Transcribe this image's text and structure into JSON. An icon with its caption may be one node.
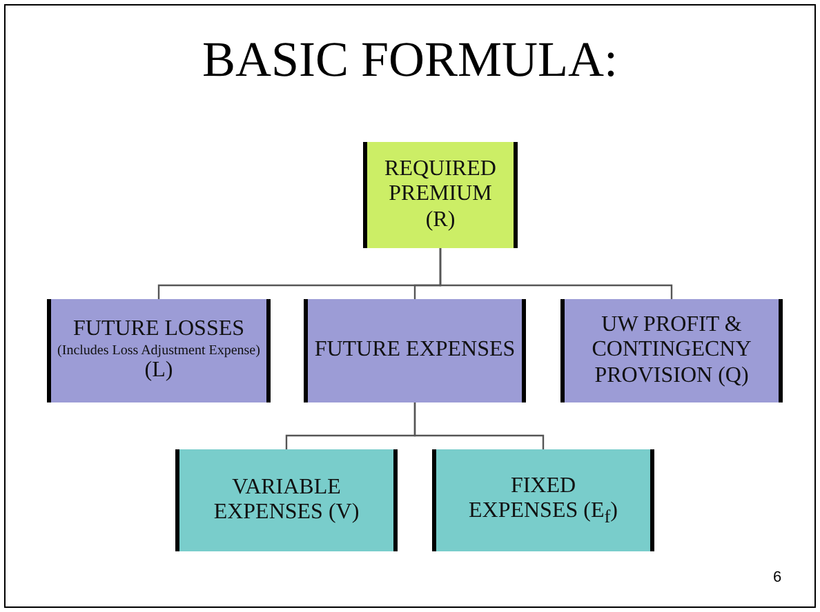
{
  "diagram": {
    "title": "BASIC FORMULA:",
    "nodes": [
      {
        "text": [
          "REQUIRED PREMIUM (R)"
        ]
      },
      {
        "text": [
          "FUTURE LOSSES",
          "(Includes Loss Adjustment Expense)",
          "(L)"
        ]
      },
      {
        "text": [
          "FUTURE EXPENSES"
        ]
      },
      {
        "text": [
          "UW PROFIT & CONTINGECNY PROVISION (Q)"
        ]
      },
      {
        "text": [
          "VARIABLE EXPENSES (V)"
        ]
      },
      {
        "text": [
          "FIXED EXPENSES (E$_{f}$)"
        ]
      }
    ],
    "edges": [
      {
        "from": 0,
        "to": 1,
        "arrow": "none"
      },
      {
        "from": 0,
        "to": 2,
        "arrow": "none"
      },
      {
        "from": 0,
        "to": 3,
        "arrow": "none"
      },
      {
        "from": 2,
        "to": 4,
        "arrow": "none"
      },
      {
        "from": 2,
        "to": 5,
        "arrow": "none"
      }
    ],
    "labels": [
      "6"
    ]
  }
}
